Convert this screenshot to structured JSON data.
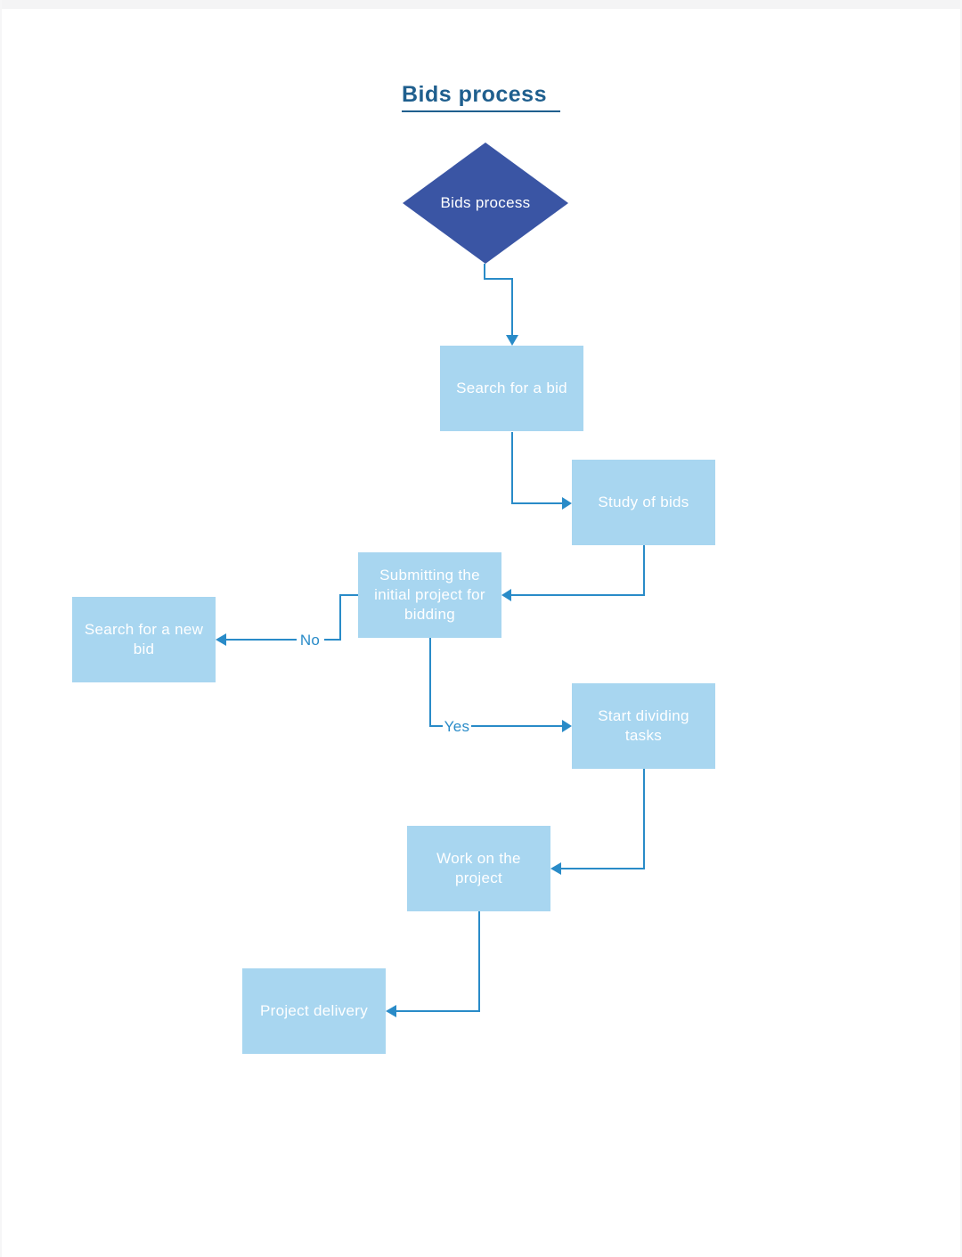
{
  "page": {
    "title": "Bids process"
  },
  "flowchart": {
    "nodes": [
      {
        "id": "start-decision",
        "shape": "diamond",
        "label": "Bids process"
      },
      {
        "id": "search-for-a-bid",
        "shape": "rect",
        "label": "Search for a bid"
      },
      {
        "id": "study-of-bids",
        "shape": "rect",
        "label": "Study of bids"
      },
      {
        "id": "submitting-initial-project",
        "shape": "rect",
        "label": "Submitting the initial project for bidding"
      },
      {
        "id": "search-for-a-new-bid",
        "shape": "rect",
        "label": "Search for a new bid"
      },
      {
        "id": "start-dividing-tasks",
        "shape": "rect",
        "label": "Start dividing tasks"
      },
      {
        "id": "work-on-the-project",
        "shape": "rect",
        "label": "Work on the project"
      },
      {
        "id": "project-delivery",
        "shape": "rect",
        "label": "Project delivery"
      }
    ],
    "edge_labels": {
      "no": "No",
      "yes": "Yes"
    },
    "colors": {
      "title_text": "#1f5f8e",
      "decision_fill": "#3a55a4",
      "process_fill": "#a8d6f0",
      "node_text": "#ffffff",
      "connector": "#298bc8"
    }
  }
}
